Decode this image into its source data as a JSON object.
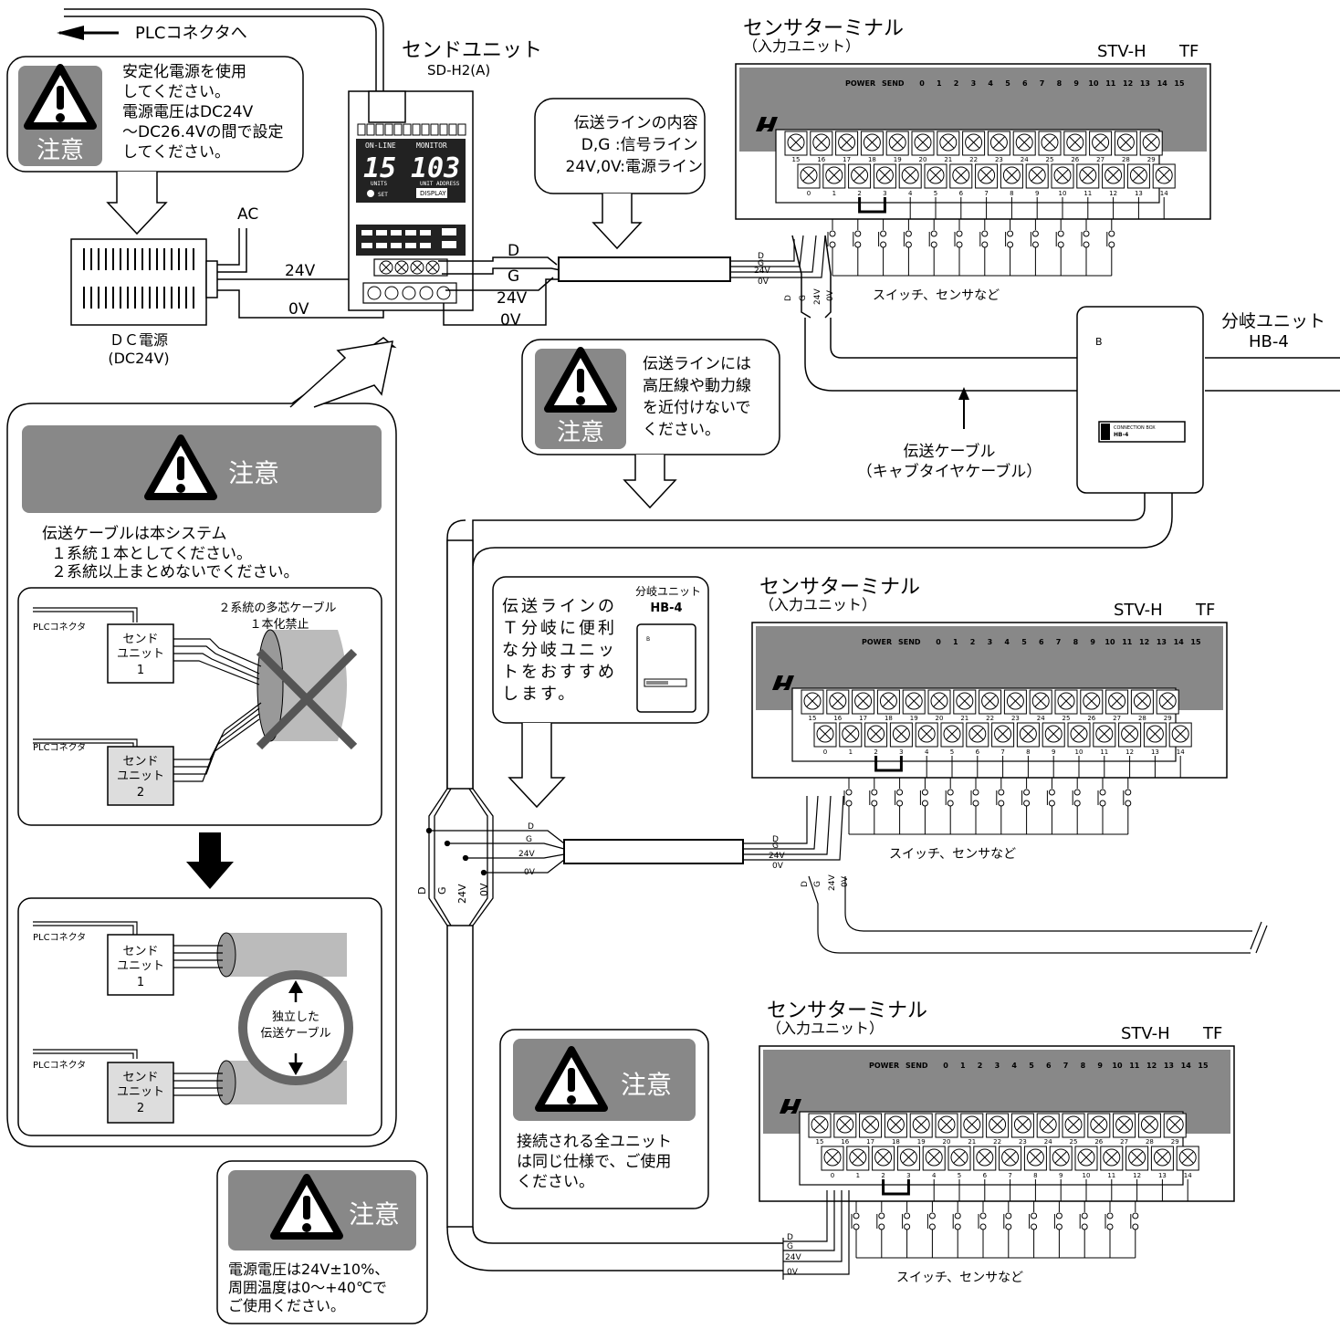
{
  "plc_to_label": "PLCコネクタへ",
  "send_unit": {
    "title": "センドユニット",
    "model": "SD-H2(A)",
    "onl": "ON-LINE",
    "mon": "MONITOR",
    "lcd_left": "15",
    "lcd_right": "103",
    "units": "UNITS",
    "unit_address": "UNIT ADDRESS",
    "set": "SET",
    "display": "DISPLAY"
  },
  "caution_power": {
    "label": "注意",
    "lines": [
      "安定化電源を使用",
      "してください。",
      "電源電圧はDC24V",
      "～DC26.4Vの間で設定",
      "してください。"
    ]
  },
  "dc_power": {
    "name": "ＤＣ電源",
    "spec": "(DC24V)",
    "ac": "AC"
  },
  "wires": {
    "d": "D",
    "g": "G",
    "v24": "24V",
    "v0": "0V"
  },
  "line_contents": {
    "lines": [
      "伝送ラインの内容",
      "D,G :信号ライン",
      "24V,0V:電源ライン"
    ]
  },
  "terminals": [
    {
      "title": "センサターミナル",
      "subtitle": "（入力ユニット）",
      "model": "STV-H",
      "suffix": "TF",
      "switch_label": "スイッチ、センサなど"
    },
    {
      "title": "センサターミナル",
      "subtitle": "（入力ユニット）",
      "model": "STV-H",
      "suffix": "TF",
      "switch_label": "スイッチ、センサなど"
    },
    {
      "title": "センサターミナル",
      "subtitle": "（入力ユニット）",
      "model": "STV-H",
      "suffix": "TF",
      "switch_label": "スイッチ、センサなど"
    }
  ],
  "terminal_panel": {
    "power": "POWER",
    "send": "SEND",
    "channels": [
      "0",
      "1",
      "2",
      "3",
      "4",
      "5",
      "6",
      "7",
      "8",
      "9",
      "10",
      "11",
      "12",
      "13",
      "14",
      "15"
    ]
  },
  "screw_top": [
    "15",
    "16",
    "17",
    "18",
    "19",
    "20",
    "21",
    "22",
    "23",
    "24",
    "25",
    "26",
    "27",
    "28",
    "29"
  ],
  "screw_bottom": [
    "0",
    "1",
    "2",
    "3",
    "4",
    "5",
    "6",
    "7",
    "8",
    "9",
    "10",
    "11",
    "12",
    "13",
    "14"
  ],
  "branch_unit": {
    "title": "分岐ユニット",
    "model": "HB-4",
    "plate_small": "CONNECTION BOX",
    "plate_model": "HB-4"
  },
  "cable_label": [
    "伝送ケーブル",
    "（キャブタイヤケーブル）"
  ],
  "caution_lines": {
    "label": "注意",
    "lines": [
      "伝送ラインには",
      "高圧線や動力線",
      "を近付けないで",
      "ください。"
    ]
  },
  "caution_big": {
    "label": "注意",
    "lines": [
      "伝送ケーブルは本システム",
      "１系統１本としてください。",
      "２系統以上まとめないでください。"
    ],
    "bad_label": [
      "２系統の多芯ケーブル",
      "１本化禁止"
    ],
    "plc": "PLCコネクタ",
    "unit1": [
      "センド",
      "ユニット",
      "1"
    ],
    "unit2": [
      "センド",
      "ユニット",
      "2"
    ],
    "good_label": [
      "独立した",
      "伝送ケーブル"
    ]
  },
  "branch_note": {
    "lines": [
      "伝送ラインの",
      "Ｔ分岐に便利",
      "な分岐ユニッ",
      "トをおすすめ",
      "します。"
    ],
    "unit_title": "分岐ユニット",
    "unit_model": "HB-4"
  },
  "caution_same": {
    "label": "注意",
    "lines": [
      "接続される全ユニット",
      "は同じ仕様で、ご使用",
      "ください。"
    ]
  },
  "caution_voltage": {
    "label": "注意",
    "lines": [
      "電源電圧は24V±10%、",
      "周囲温度は0～+40℃で",
      "ご使用ください。"
    ]
  }
}
